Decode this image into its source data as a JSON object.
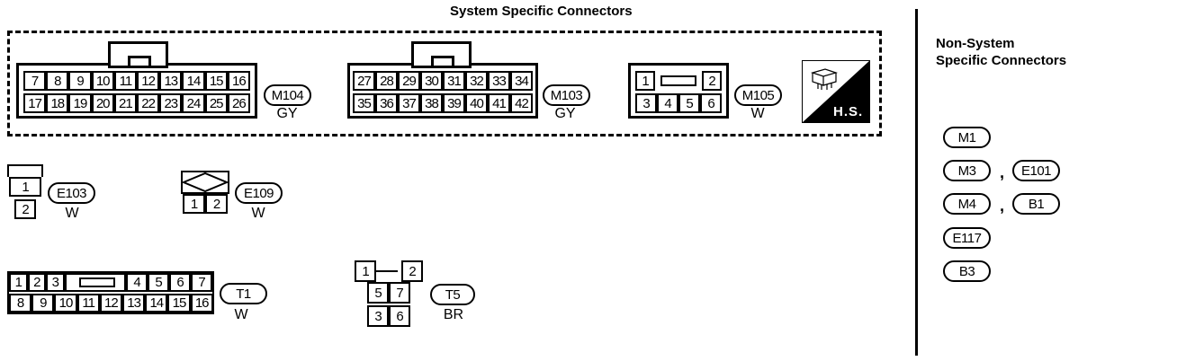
{
  "titles": {
    "system": "System Specific Connectors",
    "nonsystem_line1": "Non-System",
    "nonsystem_line2": "Specific Connectors"
  },
  "connectors": {
    "M104": {
      "id": "M104",
      "color": "GY",
      "row1": [
        "7",
        "8",
        "9",
        "10",
        "11",
        "12",
        "13",
        "14",
        "15",
        "16"
      ],
      "row2": [
        "17",
        "18",
        "19",
        "20",
        "21",
        "22",
        "23",
        "24",
        "25",
        "26"
      ]
    },
    "M103": {
      "id": "M103",
      "color": "GY",
      "row1": [
        "27",
        "28",
        "29",
        "30",
        "31",
        "32",
        "33",
        "34"
      ],
      "row2": [
        "35",
        "36",
        "37",
        "38",
        "39",
        "40",
        "41",
        "42"
      ]
    },
    "M105": {
      "id": "M105",
      "color": "W",
      "row1": [
        "1",
        "2"
      ],
      "row2": [
        "3",
        "4",
        "5",
        "6"
      ]
    },
    "E103": {
      "id": "E103",
      "color": "W",
      "pins": [
        "1",
        "2"
      ]
    },
    "E109": {
      "id": "E109",
      "color": "W",
      "pins": [
        "1",
        "2"
      ]
    },
    "T1": {
      "id": "T1",
      "color": "W",
      "row1": [
        "1",
        "2",
        "3",
        "4",
        "5",
        "6",
        "7"
      ],
      "row2": [
        "8",
        "9",
        "10",
        "11",
        "12",
        "13",
        "14",
        "15",
        "16"
      ]
    },
    "T5": {
      "id": "T5",
      "color": "BR",
      "pins": [
        "1",
        "2",
        "5",
        "7",
        "3",
        "6"
      ]
    }
  },
  "hs_badge": "H.S.",
  "nonsystem": {
    "row1": [
      "M1"
    ],
    "row2": [
      "M3",
      "E101"
    ],
    "row3": [
      "M4",
      "B1"
    ],
    "row4": [
      "E117"
    ],
    "row5": [
      "B3"
    ],
    "separator": ","
  }
}
